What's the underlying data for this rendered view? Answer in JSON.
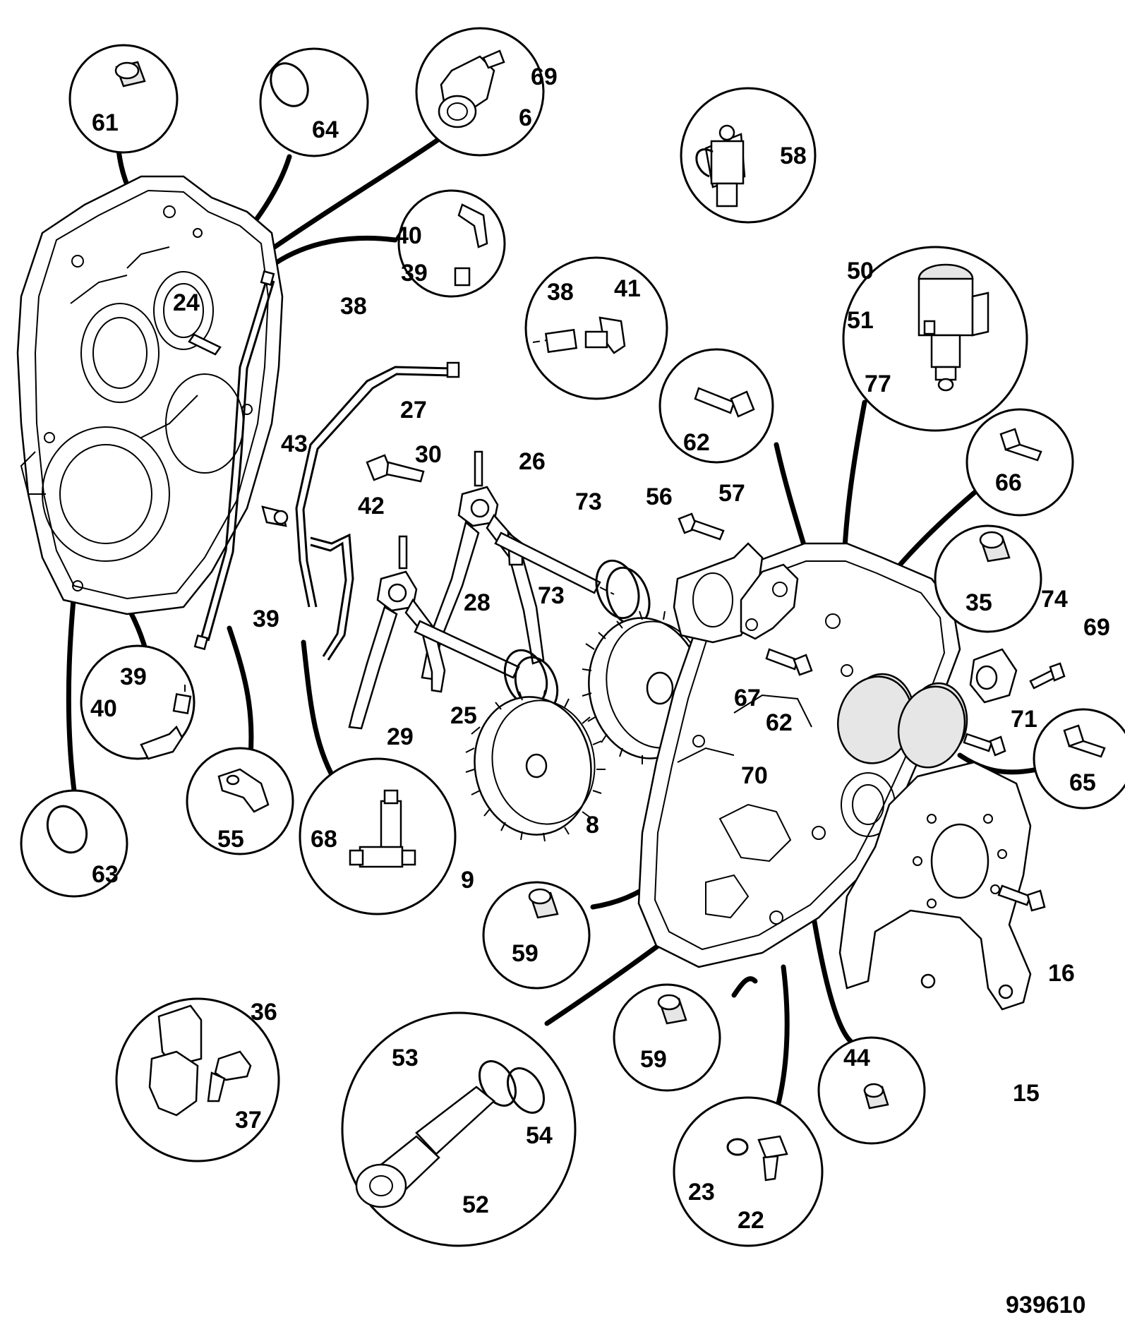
{
  "diagram": {
    "reference_number": "939610",
    "callouts": {
      "c61": "61",
      "c64": "64",
      "c69a": "69",
      "c6": "6",
      "c58": "58",
      "c40a": "40",
      "c39a": "39",
      "c38a": "38",
      "c41": "41",
      "c50": "50",
      "c51": "51",
      "c77": "77",
      "c62a": "62",
      "c66": "66",
      "c35": "35",
      "c74": "74",
      "c69b": "69",
      "c71": "71",
      "c65": "65",
      "c39b": "39",
      "c40b": "40",
      "c55": "55",
      "c68": "68",
      "c63": "63",
      "c59a": "59",
      "c59b": "59",
      "c36": "36",
      "c37": "37",
      "c53": "53",
      "c54": "54",
      "c52": "52",
      "c44": "44",
      "c23": "23",
      "c22": "22",
      "c16": "16",
      "c15": "15",
      "c24": "24",
      "c38b": "38",
      "c43": "43",
      "c42": "42",
      "c39c": "39",
      "c27": "27",
      "c30": "30",
      "c26": "26",
      "c28": "28",
      "c29": "29",
      "c73a": "73",
      "c73b": "73",
      "c25": "25",
      "c9": "9",
      "c8": "8",
      "c56": "56",
      "c57": "57",
      "c67": "67",
      "c62b": "62",
      "c70": "70"
    }
  }
}
